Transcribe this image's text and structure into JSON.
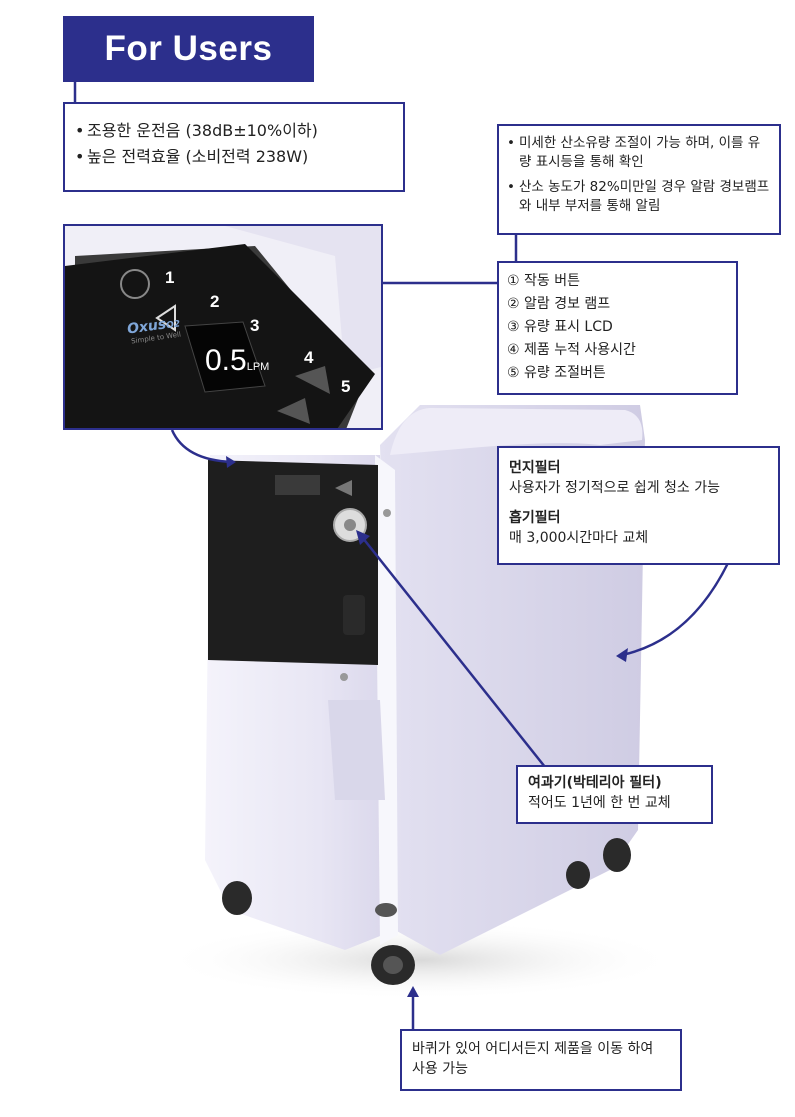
{
  "header": {
    "title": "For Users"
  },
  "features": [
    "조용한 운전음 (38dB±10%이하)",
    "높은 전력효율 (소비전력 238W)"
  ],
  "flow_notes": [
    "미세한 산소유량 조절이 가능 하며, 이를 유량 표시등을 통해 확인",
    "산소 농도가 82%미만일 경우 알람 경보램프와 내부 부저를 통해 알림"
  ],
  "controls": [
    "① 작동 버튼",
    "② 알람 경보 램프",
    "③ 유량 표시 LCD",
    "④ 제품 누적 사용시간",
    "⑤ 유량 조절버튼"
  ],
  "panel": {
    "brand": "Oxus",
    "brand_suffix": "O2",
    "tagline": "Simple to Well",
    "lcd_value": "0.5",
    "lcd_unit": "LPM",
    "numbers": [
      "1",
      "2",
      "3",
      "4",
      "5"
    ]
  },
  "filters": {
    "dust_title": "먼지필터",
    "dust_desc": "사용자가 정기적으로 쉽게 청소 가능",
    "intake_title": "흡기필터",
    "intake_desc": "매 3,000시간마다 교체"
  },
  "bacteria_filter": {
    "title": "여과기(박테리아 필터)",
    "desc": "적어도 1년에 한 번 교체"
  },
  "wheels": {
    "desc": "바퀴가 있어 어디서든지 제품을 이동 하여 사용 가능"
  },
  "colors": {
    "accent": "#2c2f8c",
    "device_body": "#e6e4f2",
    "panel": "#1e1e1e"
  }
}
